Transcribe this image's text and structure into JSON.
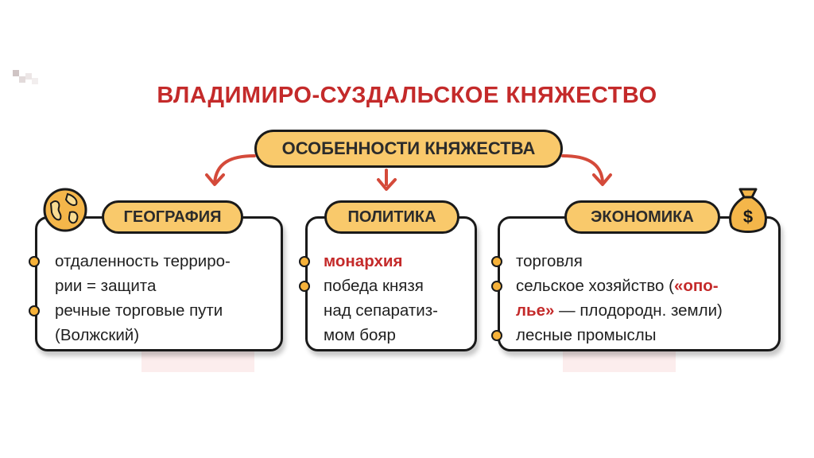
{
  "title": "ВЛАДИМИРО-СУЗДАЛЬСКОЕ КНЯЖЕСТВО",
  "center_label": "ОСОБЕННОСТИ КНЯЖЕСТВА",
  "colors": {
    "accent_red": "#c42a2a",
    "pill_fill": "#f9c96b",
    "bullet": "#f6b23a"
  },
  "icons": {
    "geography": "globe-icon",
    "economy": "money-bag-icon"
  },
  "geography": {
    "label": "ГЕОГРАФИЯ",
    "items": [
      {
        "line1": "отдаленность террирo-",
        "line2": "рии = защита"
      },
      {
        "line1": "речные торговые пути",
        "line2": "(Волжский)"
      }
    ]
  },
  "politics": {
    "label": "ПОЛИТИКА",
    "items": [
      {
        "line1": "монархия"
      },
      {
        "line1": "победа князя",
        "line2": "над сепаратиз-",
        "line3": "мом бояр"
      }
    ]
  },
  "economy": {
    "label": "ЭКОНОМИКА",
    "items": [
      {
        "line1": "торговля"
      },
      {
        "line1_a": "сельское хозяйство (",
        "line1_b": "«опо-",
        "line2_a": "лье»",
        "line2_b": " — плодородн. земли)"
      },
      {
        "line1": "лесные промыслы"
      }
    ],
    "money_symbol": "$"
  }
}
